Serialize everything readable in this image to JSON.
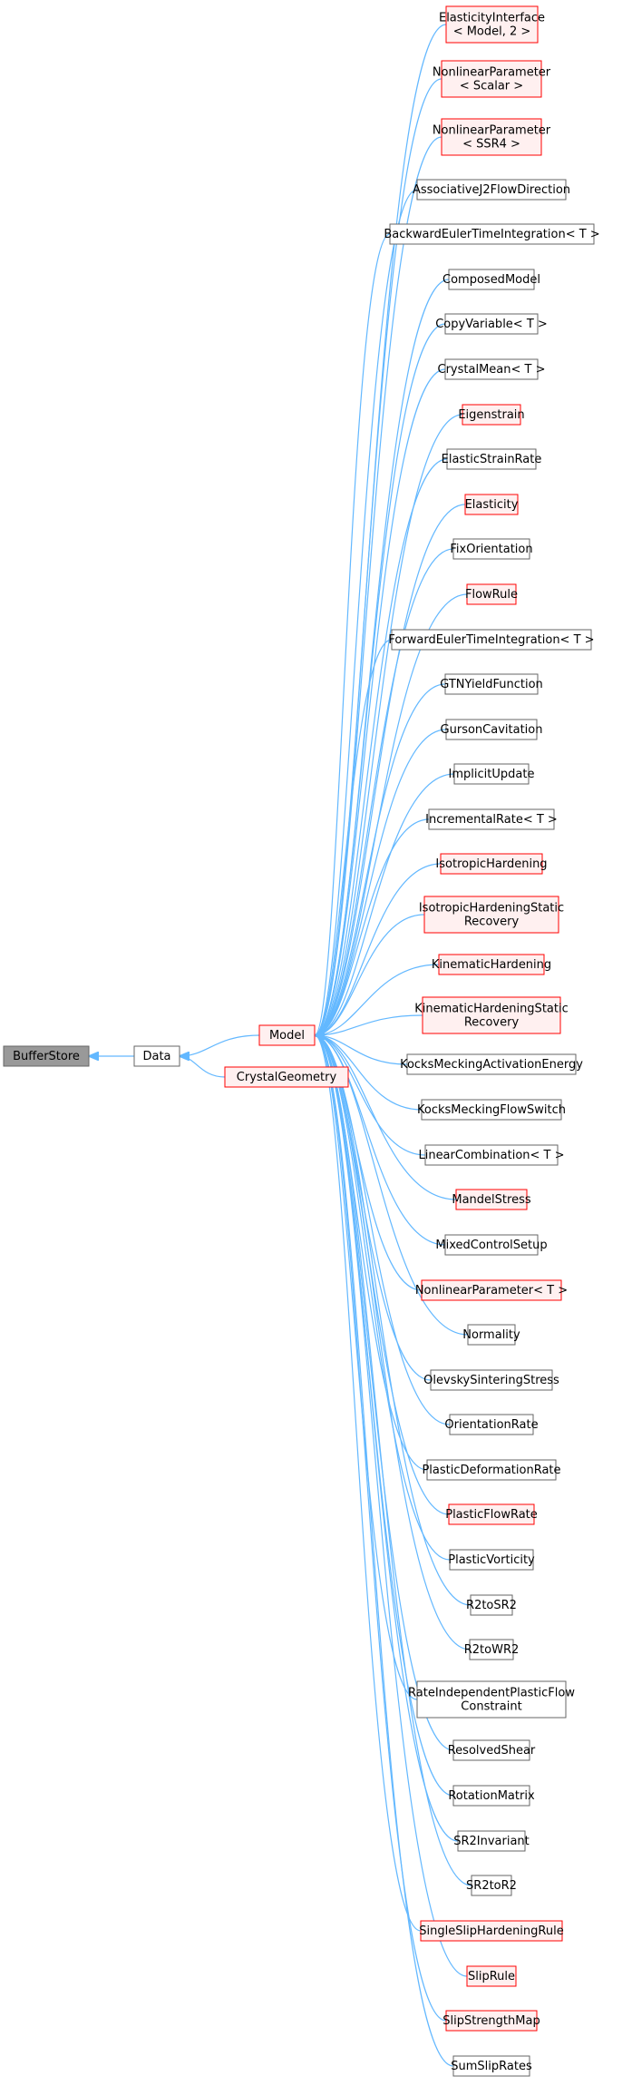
{
  "colors": {
    "edge": "#63b8ff",
    "node_border_default": "#666666",
    "node_border_highlight": "#ff0000",
    "node_fill_root": "#999999"
  },
  "nodes": [
    {
      "id": "bufferstore",
      "lines": [
        "BufferStore"
      ],
      "style": "root"
    },
    {
      "id": "data",
      "lines": [
        "Data"
      ],
      "style": "normal"
    },
    {
      "id": "model",
      "lines": [
        "Model"
      ],
      "style": "red"
    },
    {
      "id": "crystalgeometry",
      "lines": [
        "CrystalGeometry"
      ],
      "style": "red"
    },
    {
      "id": "elasticityinterface",
      "lines": [
        "ElasticityInterface",
        "< Model, 2 >"
      ],
      "style": "red"
    },
    {
      "id": "nonlinearparameter-scalar",
      "lines": [
        "NonlinearParameter",
        "< Scalar >"
      ],
      "style": "red"
    },
    {
      "id": "nonlinearparameter-ssr4",
      "lines": [
        "NonlinearParameter",
        "< SSR4 >"
      ],
      "style": "red"
    },
    {
      "id": "associativej2flowdirection",
      "lines": [
        "AssociativeJ2FlowDirection"
      ],
      "style": "normal"
    },
    {
      "id": "backwardeulertimeintegration",
      "lines": [
        "BackwardEulerTimeIntegration< T >"
      ],
      "style": "normal"
    },
    {
      "id": "composedmodel",
      "lines": [
        "ComposedModel"
      ],
      "style": "normal"
    },
    {
      "id": "copyvariable",
      "lines": [
        "CopyVariable< T >"
      ],
      "style": "normal"
    },
    {
      "id": "crystalmean",
      "lines": [
        "CrystalMean< T >"
      ],
      "style": "normal"
    },
    {
      "id": "eigenstrain",
      "lines": [
        "Eigenstrain"
      ],
      "style": "red"
    },
    {
      "id": "elasticstrainrate",
      "lines": [
        "ElasticStrainRate"
      ],
      "style": "normal"
    },
    {
      "id": "elasticity",
      "lines": [
        "Elasticity"
      ],
      "style": "red"
    },
    {
      "id": "fixorientation",
      "lines": [
        "FixOrientation"
      ],
      "style": "normal"
    },
    {
      "id": "flowrule",
      "lines": [
        "FlowRule"
      ],
      "style": "red"
    },
    {
      "id": "forwardeulertimeintegration",
      "lines": [
        "ForwardEulerTimeIntegration< T >"
      ],
      "style": "normal"
    },
    {
      "id": "gtnyieldfunction",
      "lines": [
        "GTNYieldFunction"
      ],
      "style": "normal"
    },
    {
      "id": "gursoncavitation",
      "lines": [
        "GursonCavitation"
      ],
      "style": "normal"
    },
    {
      "id": "implicitupdate",
      "lines": [
        "ImplicitUpdate"
      ],
      "style": "normal"
    },
    {
      "id": "incrementalrate",
      "lines": [
        "IncrementalRate< T >"
      ],
      "style": "normal"
    },
    {
      "id": "isotropichardening",
      "lines": [
        "IsotropicHardening"
      ],
      "style": "red"
    },
    {
      "id": "isotropichardeningstaticrecovery",
      "lines": [
        "IsotropicHardeningStatic",
        "Recovery"
      ],
      "style": "red"
    },
    {
      "id": "kinematichardening",
      "lines": [
        "KinematicHardening"
      ],
      "style": "red"
    },
    {
      "id": "kinematichardeningstaticrecovery",
      "lines": [
        "KinematicHardeningStatic",
        "Recovery"
      ],
      "style": "red"
    },
    {
      "id": "kocksmeckingactivationenergy",
      "lines": [
        "KocksMeckingActivationEnergy"
      ],
      "style": "normal"
    },
    {
      "id": "kocksmeckingflowswitch",
      "lines": [
        "KocksMeckingFlowSwitch"
      ],
      "style": "normal"
    },
    {
      "id": "linearcombination",
      "lines": [
        "LinearCombination< T >"
      ],
      "style": "normal"
    },
    {
      "id": "mandelstress",
      "lines": [
        "MandelStress"
      ],
      "style": "red"
    },
    {
      "id": "mixedcontrolsetup",
      "lines": [
        "MixedControlSetup"
      ],
      "style": "normal"
    },
    {
      "id": "nonlinearparameter-t",
      "lines": [
        "NonlinearParameter< T >"
      ],
      "style": "red"
    },
    {
      "id": "normality",
      "lines": [
        "Normality"
      ],
      "style": "normal"
    },
    {
      "id": "olevskysinteringstress",
      "lines": [
        "OlevskySinteringStress"
      ],
      "style": "normal"
    },
    {
      "id": "orientationrate",
      "lines": [
        "OrientationRate"
      ],
      "style": "normal"
    },
    {
      "id": "plasticdeformationrate",
      "lines": [
        "PlasticDeformationRate"
      ],
      "style": "normal"
    },
    {
      "id": "plasticflowrate",
      "lines": [
        "PlasticFlowRate"
      ],
      "style": "red"
    },
    {
      "id": "plasticvorticity",
      "lines": [
        "PlasticVorticity"
      ],
      "style": "normal"
    },
    {
      "id": "r2tosr2",
      "lines": [
        "R2toSR2"
      ],
      "style": "normal"
    },
    {
      "id": "r2towr2",
      "lines": [
        "R2toWR2"
      ],
      "style": "normal"
    },
    {
      "id": "rateindependentplasticflowconstraint",
      "lines": [
        "RateIndependentPlasticFlow",
        "Constraint"
      ],
      "style": "normal"
    },
    {
      "id": "resolvedshear",
      "lines": [
        "ResolvedShear"
      ],
      "style": "normal"
    },
    {
      "id": "rotationmatrix",
      "lines": [
        "RotationMatrix"
      ],
      "style": "normal"
    },
    {
      "id": "sr2invariant",
      "lines": [
        "SR2Invariant"
      ],
      "style": "normal"
    },
    {
      "id": "sr2tor2",
      "lines": [
        "SR2toR2"
      ],
      "style": "normal"
    },
    {
      "id": "singleslip",
      "lines": [
        "SingleSlipHardeningRule"
      ],
      "style": "red"
    },
    {
      "id": "sliprule",
      "lines": [
        "SlipRule"
      ],
      "style": "red"
    },
    {
      "id": "slipstrengthmap",
      "lines": [
        "SlipStrengthMap"
      ],
      "style": "red"
    },
    {
      "id": "sumsliprates",
      "lines": [
        "SumSlipRates"
      ],
      "style": "normal"
    }
  ],
  "edges": [
    {
      "from": "data",
      "to": "bufferstore"
    },
    {
      "from": "model",
      "to": "data"
    },
    {
      "from": "crystalgeometry",
      "to": "data"
    },
    {
      "from": "elasticityinterface",
      "to": "model"
    },
    {
      "from": "nonlinearparameter-scalar",
      "to": "model"
    },
    {
      "from": "nonlinearparameter-ssr4",
      "to": "model"
    },
    {
      "from": "associativej2flowdirection",
      "to": "model"
    },
    {
      "from": "backwardeulertimeintegration",
      "to": "model"
    },
    {
      "from": "composedmodel",
      "to": "model"
    },
    {
      "from": "copyvariable",
      "to": "model"
    },
    {
      "from": "crystalmean",
      "to": "model"
    },
    {
      "from": "eigenstrain",
      "to": "model"
    },
    {
      "from": "elasticstrainrate",
      "to": "model"
    },
    {
      "from": "elasticity",
      "to": "model"
    },
    {
      "from": "fixorientation",
      "to": "model"
    },
    {
      "from": "flowrule",
      "to": "model"
    },
    {
      "from": "forwardeulertimeintegration",
      "to": "model"
    },
    {
      "from": "gtnyieldfunction",
      "to": "model"
    },
    {
      "from": "gursoncavitation",
      "to": "model"
    },
    {
      "from": "implicitupdate",
      "to": "model"
    },
    {
      "from": "incrementalrate",
      "to": "model"
    },
    {
      "from": "isotropichardening",
      "to": "model"
    },
    {
      "from": "isotropichardeningstaticrecovery",
      "to": "model"
    },
    {
      "from": "kinematichardening",
      "to": "model"
    },
    {
      "from": "kinematichardeningstaticrecovery",
      "to": "model"
    },
    {
      "from": "kocksmeckingactivationenergy",
      "to": "model"
    },
    {
      "from": "kocksmeckingflowswitch",
      "to": "model"
    },
    {
      "from": "linearcombination",
      "to": "model"
    },
    {
      "from": "mandelstress",
      "to": "model"
    },
    {
      "from": "mixedcontrolsetup",
      "to": "model"
    },
    {
      "from": "nonlinearparameter-t",
      "to": "model"
    },
    {
      "from": "normality",
      "to": "model"
    },
    {
      "from": "olevskysinteringstress",
      "to": "model"
    },
    {
      "from": "orientationrate",
      "to": "model"
    },
    {
      "from": "plasticdeformationrate",
      "to": "model"
    },
    {
      "from": "plasticflowrate",
      "to": "model"
    },
    {
      "from": "plasticvorticity",
      "to": "model"
    },
    {
      "from": "r2tosr2",
      "to": "model"
    },
    {
      "from": "r2towr2",
      "to": "model"
    },
    {
      "from": "rateindependentplasticflowconstraint",
      "to": "model"
    },
    {
      "from": "resolvedshear",
      "to": "model"
    },
    {
      "from": "rotationmatrix",
      "to": "model"
    },
    {
      "from": "sr2invariant",
      "to": "model"
    },
    {
      "from": "sr2tor2",
      "to": "model"
    },
    {
      "from": "singleslip",
      "to": "model"
    },
    {
      "from": "sliprule",
      "to": "model"
    },
    {
      "from": "slipstrengthmap",
      "to": "model"
    },
    {
      "from": "sumsliprates",
      "to": "model"
    }
  ]
}
